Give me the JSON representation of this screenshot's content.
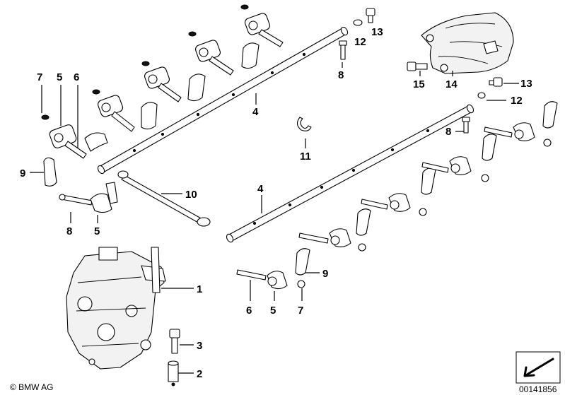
{
  "callouts": [
    {
      "id": "c-7-left",
      "text": "7"
    },
    {
      "id": "c-5-left",
      "text": "5"
    },
    {
      "id": "c-6-left",
      "text": "6"
    },
    {
      "id": "c-9-left",
      "text": "9"
    },
    {
      "id": "c-4-upper",
      "text": "4"
    },
    {
      "id": "c-8-top",
      "text": "8"
    },
    {
      "id": "c-12-top",
      "text": "12"
    },
    {
      "id": "c-13-top",
      "text": "13"
    },
    {
      "id": "c-15",
      "text": "15"
    },
    {
      "id": "c-14",
      "text": "14"
    },
    {
      "id": "c-13-mid",
      "text": "13"
    },
    {
      "id": "c-12-mid",
      "text": "12"
    },
    {
      "id": "c-8-right",
      "text": "8"
    },
    {
      "id": "c-11",
      "text": "11"
    },
    {
      "id": "c-10",
      "text": "10"
    },
    {
      "id": "c-4-lower",
      "text": "4"
    },
    {
      "id": "c-8-bottom",
      "text": "8"
    },
    {
      "id": "c-5-bottom",
      "text": "5"
    },
    {
      "id": "c-1",
      "text": "1"
    },
    {
      "id": "c-3",
      "text": "3"
    },
    {
      "id": "c-2",
      "text": "2"
    },
    {
      "id": "c-9-right",
      "text": "9"
    },
    {
      "id": "c-6-right",
      "text": "6"
    },
    {
      "id": "c-5-right",
      "text": "5"
    },
    {
      "id": "c-7-right",
      "text": "7"
    }
  ],
  "footer": {
    "copyright": "© BMW AG",
    "diagram_number": "00141856"
  }
}
